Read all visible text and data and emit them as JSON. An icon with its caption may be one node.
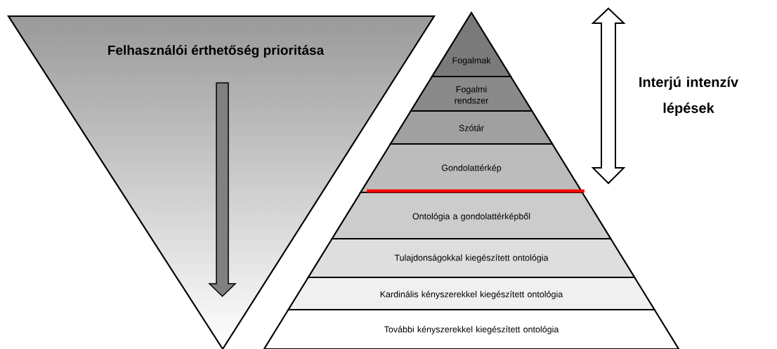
{
  "diagram": {
    "nodes": [
      {
        "text": [
          "Felhasználói érthetőség prioritása"
        ]
      },
      {
        "text": [
          "Fogalmak"
        ]
      },
      {
        "text": [
          "Fogalmi rendszer"
        ]
      },
      {
        "text": [
          "Szótár"
        ]
      },
      {
        "text": [
          "Gondolattérkép"
        ]
      },
      {
        "text": [
          "Ontológia a gondolattérképből"
        ]
      },
      {
        "text": [
          "Tulajdonságokkal kiegészített ontológia"
        ]
      },
      {
        "text": [
          "Kardinális kényszerekkel kiegészített ontológia"
        ]
      },
      {
        "text": [
          "További kényszerekkel kiegészített ontológia"
        ]
      }
    ],
    "edges": [],
    "labels": [
      "Interjú intenzív lépések"
    ]
  }
}
